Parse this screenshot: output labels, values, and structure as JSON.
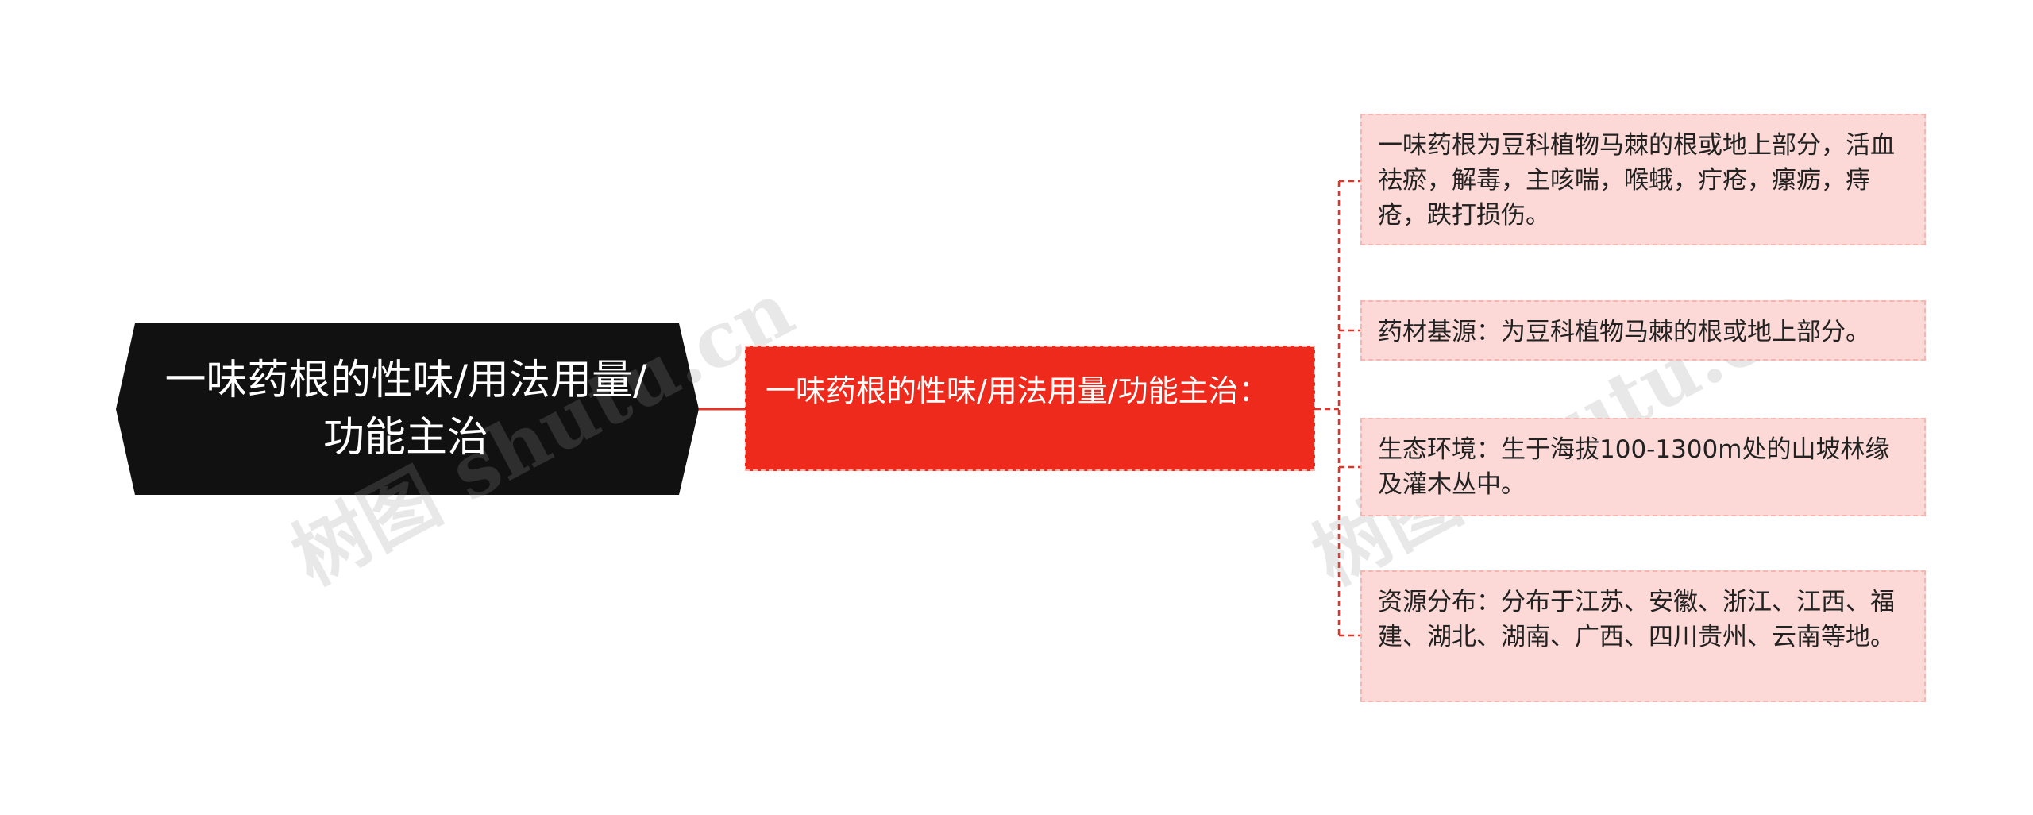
{
  "root": {
    "label": "一味药根的性味/用法用量/功能主治"
  },
  "branch": {
    "label": "一味药根的性味/用法用量/功能主治："
  },
  "leaves": [
    {
      "text": "一味药根为豆科植物马棘的根或地上部分，活血祛瘀，解毒，主咳喘，喉蛾，疔疮，瘰疬，痔疮，跌打损伤。"
    },
    {
      "text": "药材基源：为豆科植物马棘的根或地上部分。"
    },
    {
      "text": "生态环境：生于海拔100-1300m处的山坡林缘及灌木丛中。"
    },
    {
      "text": "资源分布：分布于江苏、安徽、浙江、江西、福建、湖北、湖南、广西、四川贵州、云南等地。"
    }
  ],
  "watermarks": [
    "树图 shutu.cn",
    "树图 shutu.cn"
  ],
  "colors": {
    "root_bg": "#111111",
    "branch_bg": "#ee2a1c",
    "leaf_bg": "#fcd9d6",
    "connector": "#e0342a"
  }
}
